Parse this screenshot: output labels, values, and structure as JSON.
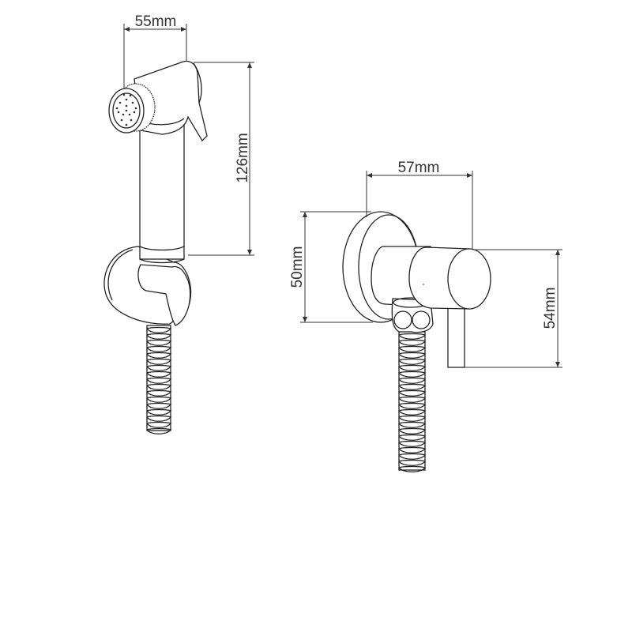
{
  "dimensions": {
    "sprayer_width": "55mm",
    "sprayer_height": "126mm",
    "valve_depth": "57mm",
    "flange_height": "50mm",
    "valve_height": "54mm"
  },
  "colors": {
    "line": "#222222",
    "background": "#ffffff"
  }
}
